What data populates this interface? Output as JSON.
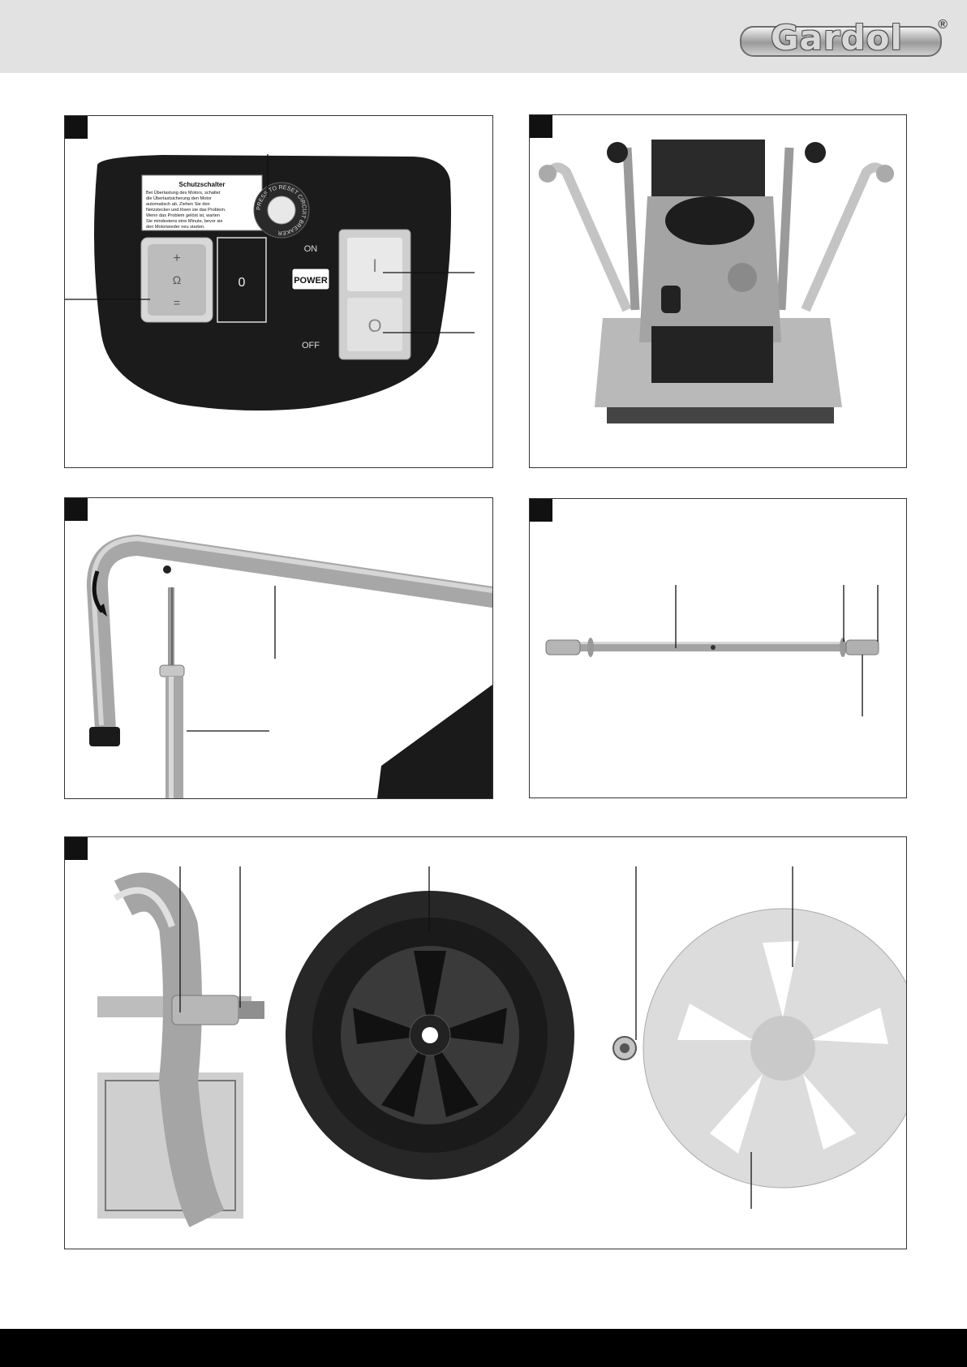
{
  "header": {
    "brand": "Gardol",
    "registered_mark": "®"
  },
  "figure1": {
    "placard_title": "Schutzschalter",
    "placard_lines": [
      "Bei Überlastung des Motors, schaltet",
      "die Überlastsicherung den Motor",
      "automatisch ab. Ziehen Sie den",
      "Netzstecker und lösen sie das Problem.",
      "Wenn das Problem gelöst ist, warten",
      "Sie mindestens eine Minute, bevor sie",
      "den Motorwieder neu starten."
    ],
    "ring_text": "PRESS TO RESET CIRCUIT BREAKER",
    "switch_on_label": "ON",
    "switch_off_label": "OFF",
    "power_label": "POWER",
    "on_symbol": "I",
    "off_symbol": "O",
    "direction_zero": "0"
  }
}
